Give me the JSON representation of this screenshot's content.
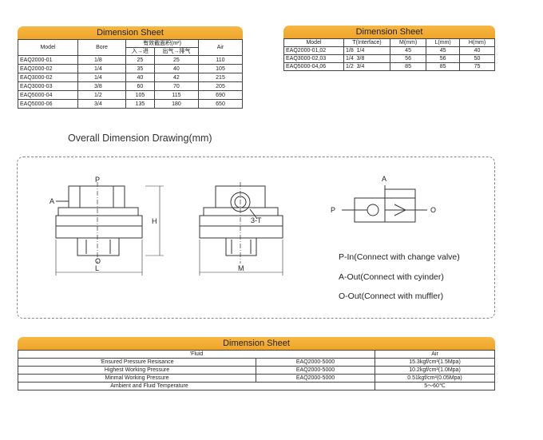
{
  "sheet1": {
    "title": "Dimension Sheet",
    "headers": {
      "model": "Model",
      "bore": "Bore",
      "area": "有效截面积(m²)",
      "in_out": "入→进",
      "exhaust": "出气→排气",
      "air": "Air"
    },
    "rows": [
      {
        "model": "EAQ2000-01",
        "bore": "1/8",
        "in": "25",
        "out": "25",
        "air": "110"
      },
      {
        "model": "EAQ2000-02",
        "bore": "1/4",
        "in": "35",
        "out": "40",
        "air": "105"
      },
      {
        "model": "EAQ3000-02",
        "bore": "1/4",
        "in": "40",
        "out": "42",
        "air": "215"
      },
      {
        "model": "EAQ3000-03",
        "bore": "3/8",
        "in": "60",
        "out": "70",
        "air": "205"
      },
      {
        "model": "EAQ5000-04",
        "bore": "1/2",
        "in": "105",
        "out": "115",
        "air": "690"
      },
      {
        "model": "EAQ5000-06",
        "bore": "3/4",
        "in": "135",
        "out": "180",
        "air": "650"
      }
    ]
  },
  "sheet2": {
    "title": "Dimension Sheet",
    "headers": {
      "model": "Model",
      "t": "T(Interface)",
      "m": "M(mm)",
      "l": "L(mm)",
      "h": "H(mm)"
    },
    "rows": [
      {
        "model": "EAQ2000-01,02",
        "t": "1/8  1/4",
        "m": "45",
        "l": "45",
        "h": "40"
      },
      {
        "model": "EAQ3000-02,03",
        "t": "1/4  3/8",
        "m": "56",
        "l": "56",
        "h": "50"
      },
      {
        "model": "EAQ5000-04,06",
        "t": "1/2  3/4",
        "m": "85",
        "l": "85",
        "h": "75"
      }
    ]
  },
  "drawing": {
    "title": "Overall Dimension Drawing(mm)",
    "labels": {
      "p": "P",
      "a": "A",
      "o": "O",
      "l": "L",
      "h": "H",
      "m": "M",
      "t": "3-T"
    },
    "legend": [
      "P-In(Connect with change valve)",
      "A-Out(Connect with cyinder)",
      "O-Out(Connect with muffler)"
    ]
  },
  "sheet3": {
    "title": "Dimension Sheet",
    "fluid_label": "'Fluid",
    "fluid_value": "Air",
    "rows": [
      {
        "label": "'Ensured Pressure Resisance",
        "model": "EAQ2000-5000",
        "value": "15.3kgf/cm²(1.5Mpa)"
      },
      {
        "label": "Highest Working Pressure",
        "model": "EAQ2000-5000",
        "value": "10.2kgf/cm²(1.0Mpa)"
      },
      {
        "label": "Minmal Working Pressure",
        "model": "EAQ2000-5000",
        "value": "0.51kgf/cm²(0.05Mpa)"
      },
      {
        "label": "Ambient and Fluid Temperature",
        "model": "",
        "value": "5～60℃"
      }
    ]
  }
}
